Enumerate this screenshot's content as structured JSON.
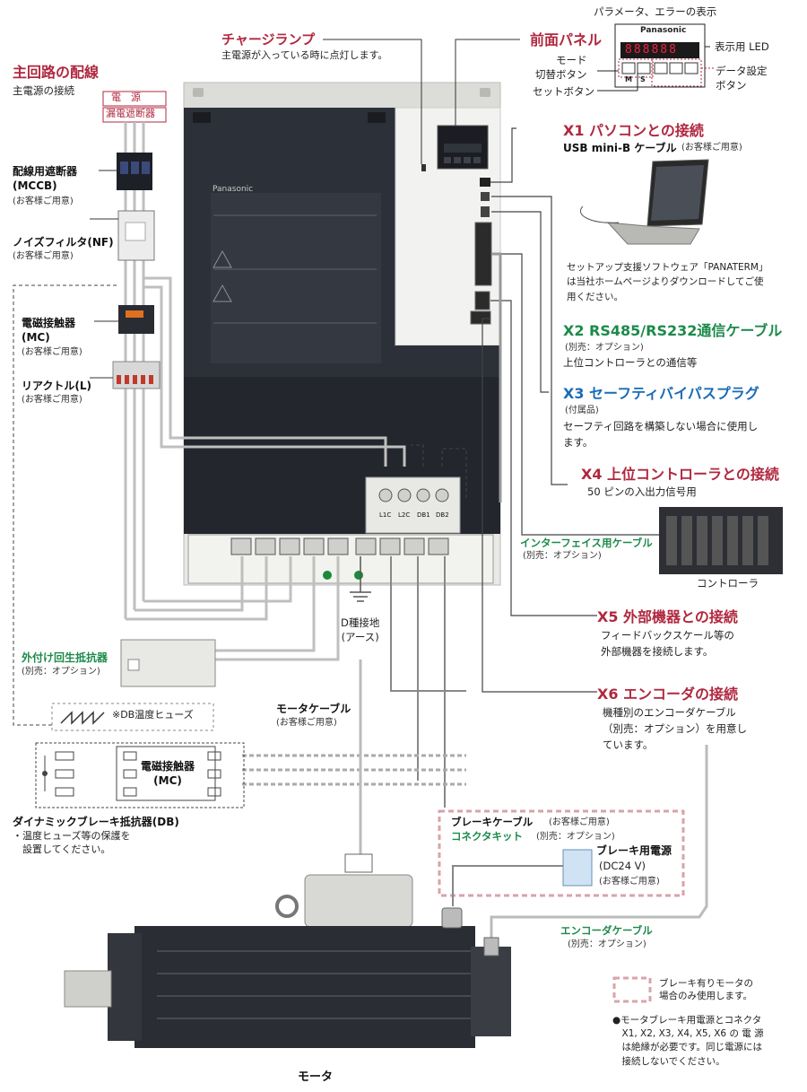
{
  "charge_lamp": {
    "title": "チャージランプ",
    "desc": "主電源が入っている時に点灯します。"
  },
  "front_panel": {
    "title": "前面パネル",
    "display_caption": "パラメータ、エラーの表示",
    "brand": "Panasonic",
    "led_digits": "888888",
    "led_label": "表示用 LED",
    "mode_label": "モード\n切替ボタン",
    "set_label": "セットボタン",
    "data_label": "データ設定\nボタン",
    "key_m": "M",
    "key_s": "S"
  },
  "main_circuit": {
    "title": "主回路の配線",
    "desc": "主電源の接続",
    "power_label": "電　源",
    "breaker_label": "漏電遮断器"
  },
  "mccb": {
    "title": "配線用遮断器\n(MCCB)",
    "note": "(お客様ご用意)"
  },
  "nf": {
    "title": "ノイズフィルタ(NF)",
    "note": "(お客様ご用意)"
  },
  "mc": {
    "title": "電磁接触器\n(MC)",
    "note": "(お客様ご用意)"
  },
  "reactor": {
    "title": "リアクトル(L)",
    "note": "(お客様ご用意)"
  },
  "x1": {
    "title": "X1 パソコンとの接続",
    "cable": "USB mini-B ケーブル",
    "cable_note": "(お客様ご用意)",
    "desc": "セットアップ支援ソフトウェア「PANATERM」\nは当社ホームページよりダウンロードしてご使\n用ください。"
  },
  "x2": {
    "title": "X2 RS485/RS232通信ケーブル",
    "note": "(別売：オプション)",
    "desc": "上位コントローラとの通信等"
  },
  "x3": {
    "title": "X3 セーフティバイパスプラグ",
    "note": "(付属品)",
    "desc": "セーフティ回路を構築しない場合に使用し\nます。"
  },
  "x4": {
    "title": "X4 上位コントローラとの接続",
    "desc": "50 ピンの入出力信号用"
  },
  "interface_cable": {
    "title": "インターフェイス用ケーブル",
    "note": "(別売：オプション)"
  },
  "controller": {
    "label": "コントローラ"
  },
  "x5": {
    "title": "X5 外部機器との接続",
    "desc": "フィードバックスケール等の\n外部機器を接続します。"
  },
  "x6": {
    "title": "X6 エンコーダの接続",
    "desc": "機種別のエンコーダケーブル\n（別売：オプション）を用意し\nています。"
  },
  "regen_resistor": {
    "title": "外付け回生抵抗器",
    "note": "(別売：オプション)"
  },
  "ground": {
    "label": "D種接地\n(アース)"
  },
  "db_fuse": {
    "label": "※DB温度ヒューズ"
  },
  "motor_cable": {
    "title": "モータケーブル",
    "note": "(お客様ご用意)"
  },
  "db_mc": {
    "label": "電磁接触器\n(MC)"
  },
  "db_resistor": {
    "title": "ダイナミックブレーキ抵抗器(DB)",
    "note": "・温度ヒューズ等の保護を\n　設置してください。"
  },
  "brake": {
    "cable": "ブレーキケーブル",
    "cable_note": "(お客様ご用意)",
    "connector": "コネクタキット",
    "connector_note": "(別売：オプション)",
    "power": "ブレーキ用電源",
    "power_v": "(DC24 V)",
    "power_note": "(お客様ご用意)"
  },
  "encoder_cable": {
    "title": "エンコーダケーブル",
    "note": "(別売：オプション)"
  },
  "legend": {
    "dashed_note": "ブレーキ有りモータの\n場合のみ使用します。",
    "bullet_note": "●モータブレーキ用電源とコネクタ\n　X1, X2, X3, X4, X5, X6 の 電 源\n　は絶縁が必要です。同じ電源には\n　接続しないでください。"
  },
  "motor": {
    "label": "モータ"
  },
  "terminals": {
    "l1c": "L1C",
    "l2c": "L2C",
    "db1": "DB1",
    "db2": "DB2"
  },
  "drive_brand": "Panasonic",
  "colors": {
    "red": "#b0283f",
    "green": "#1c8a4a",
    "blue": "#1b6bb5",
    "drive_dark": "#2b2f36"
  }
}
